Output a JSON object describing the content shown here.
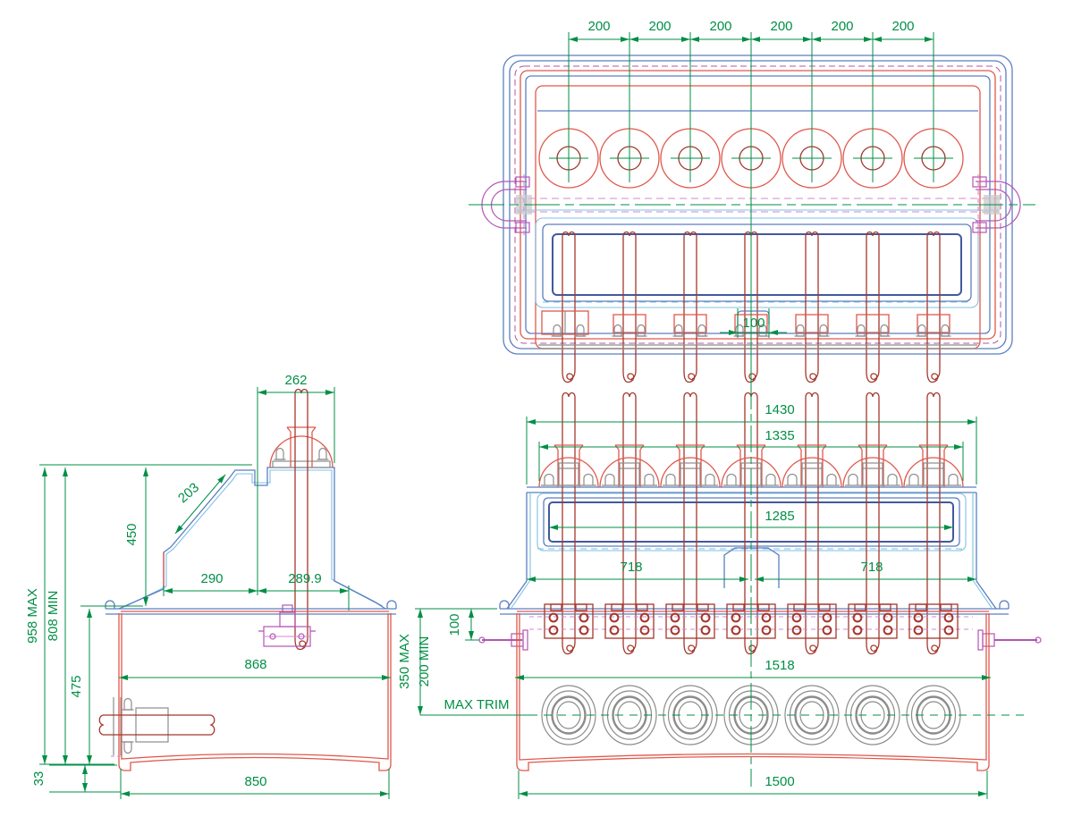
{
  "drawing_type": "cable-joint-enclosure-three-view",
  "colors": {
    "dimension_green": "#008f45",
    "enclosure_red": "#e0584c",
    "cable_dark_red": "#a5372b",
    "lid_blue": "#5b7fc0",
    "liner_navy": "#41599e",
    "seal_cyan": "#7fc0e4",
    "fitting_magenta": "#b553b5",
    "hardware_gray": "#8c8c8c"
  },
  "top_view": {
    "spacing_dims": [
      "200",
      "200",
      "200",
      "200",
      "200",
      "200"
    ],
    "notch_dim": "100"
  },
  "side_view": {
    "top_width": "262",
    "chute_length": "203",
    "lid_height": "450",
    "left_offset": "290",
    "right_offset": "289.9",
    "overall_max": "958 MAX",
    "overall_min": "808 MIN",
    "body_height": "475",
    "flange_width": "868",
    "base_width": "850",
    "foot_height": "33"
  },
  "front_view": {
    "cable_span": "1430",
    "gland_span": "1335",
    "liner_width": "1285",
    "left_half": "718",
    "right_half": "718",
    "stud_offset": "100",
    "trim_max": "350 MAX",
    "trim_min": "200 MIN",
    "max_trim_label": "MAX TRIM",
    "flange_span": "1518",
    "base_width": "1500"
  }
}
